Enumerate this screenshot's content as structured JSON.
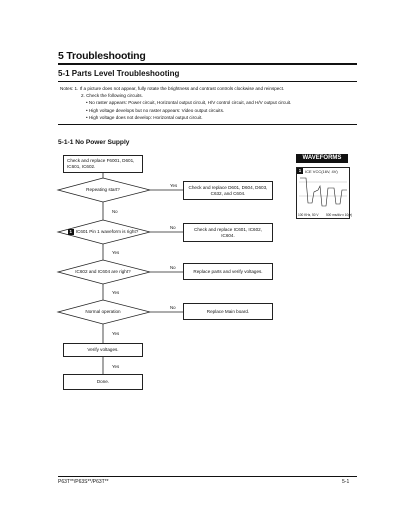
{
  "section_title": "5 Troubleshooting",
  "subsection_title": "5-1 Parts Level Troubleshooting",
  "notes": {
    "line1": "Notes: 1. If a picture does not appear, fully rotate the brightness and contrast controls clockwise and reinspect.",
    "line2": "2. Check the following circuits.",
    "bullet1": "• No raster appears: Power circuit, Horizontal output circuit, H/V control circuit, and H/V output circuit.",
    "bullet2": "• High voltage develops but no raster appears: Video output circuits.",
    "bullet3": "• High voltage does not develop: Horizontal output circuit."
  },
  "procedure_title": "5-1-1 No Power Supply",
  "flow": {
    "start": "Check and replace F6001, D601, IC601, IC602.",
    "q1": "Repeating start?",
    "a1": "Check and replace D601, D604, D603, C632, and C604.",
    "q2_num": "1",
    "q2": "IC601 Pin 1 waveform is right?",
    "a2": "Check and replace IC601, IC602, IC604.",
    "q3": "IC602 and IC604 are right?",
    "a3": "Replace parts and verify voltages.",
    "q4": "Normal operation",
    "a4": "Replace Main board.",
    "s5": "Verify voltages.",
    "s6": "Done.",
    "yes": "Yes",
    "no": "No"
  },
  "waveforms": {
    "title": "WAVEFORMS",
    "num": "1",
    "label": "ICE VCC(16V, 4V)",
    "scale_left": "100 KHz, 50 V",
    "scale_right": "500 ms/div x 10(e)"
  },
  "footer": {
    "left": "P63T**/P63S**/P63T**",
    "right": "5-1"
  }
}
